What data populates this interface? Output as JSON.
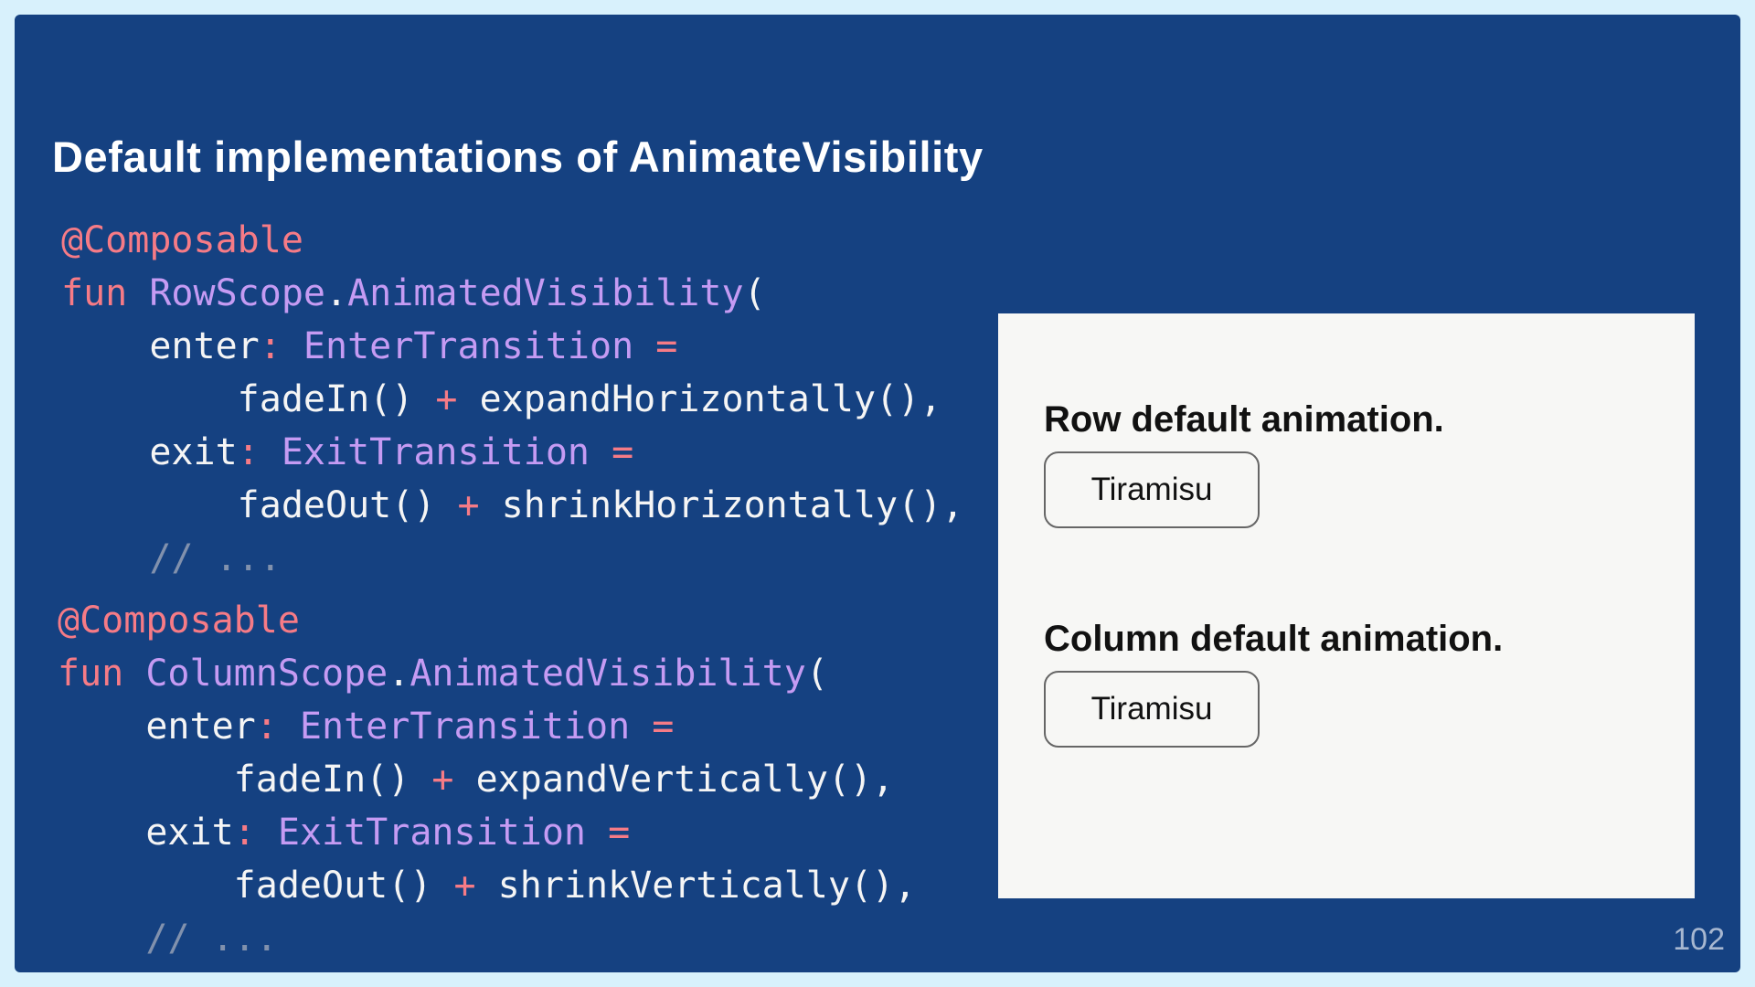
{
  "slide": {
    "title": "Default implementations of AnimateVisibility",
    "page_number": "102"
  },
  "code": {
    "row_block": {
      "annotation": "@Composable",
      "fun_kw": "fun ",
      "receiver": "RowScope",
      "dot": ".",
      "func_name": "AnimatedVisibility",
      "open_paren": "(",
      "enter_indent": "    ",
      "enter_param": "enter",
      "enter_colon": ": ",
      "enter_type": "EnterTransition",
      "enter_eq": " =",
      "enter_value_indent": "        ",
      "enter_value_a": "fadeIn() ",
      "enter_value_plus": "+",
      "enter_value_b": " expandHorizontally(),",
      "exit_indent": "    ",
      "exit_param": "exit",
      "exit_colon": ": ",
      "exit_type": "ExitTransition",
      "exit_eq": " =",
      "exit_value_indent": "        ",
      "exit_value_a": "fadeOut() ",
      "exit_value_plus": "+",
      "exit_value_b": " shrinkHorizontally(),",
      "comment": "    // ..."
    },
    "column_block": {
      "annotation": "@Composable",
      "fun_kw": "fun ",
      "receiver": "ColumnScope",
      "dot": ".",
      "func_name": "AnimatedVisibility",
      "open_paren": "(",
      "enter_indent": "    ",
      "enter_param": "enter",
      "enter_colon": ": ",
      "enter_type": "EnterTransition",
      "enter_eq": " =",
      "enter_value_indent": "        ",
      "enter_value_a": "fadeIn() ",
      "enter_value_plus": "+",
      "enter_value_b": " expandVertically(),",
      "exit_indent": "    ",
      "exit_param": "exit",
      "exit_colon": ": ",
      "exit_type": "ExitTransition",
      "exit_eq": " =",
      "exit_value_indent": "        ",
      "exit_value_a": "fadeOut() ",
      "exit_value_plus": "+",
      "exit_value_b": " shrinkVertically(),",
      "comment": "    // ..."
    }
  },
  "demo": {
    "row_label": "Row default animation.",
    "row_button": "Tiramisu",
    "column_label": "Column default animation.",
    "column_button": "Tiramisu"
  },
  "colors": {
    "slide_background": "#154181",
    "page_background": "#d8f1fc",
    "keyword": "#f67b86",
    "type": "#c59bf3",
    "comment": "#8191ad",
    "demo_panel": "#f7f7f5"
  }
}
